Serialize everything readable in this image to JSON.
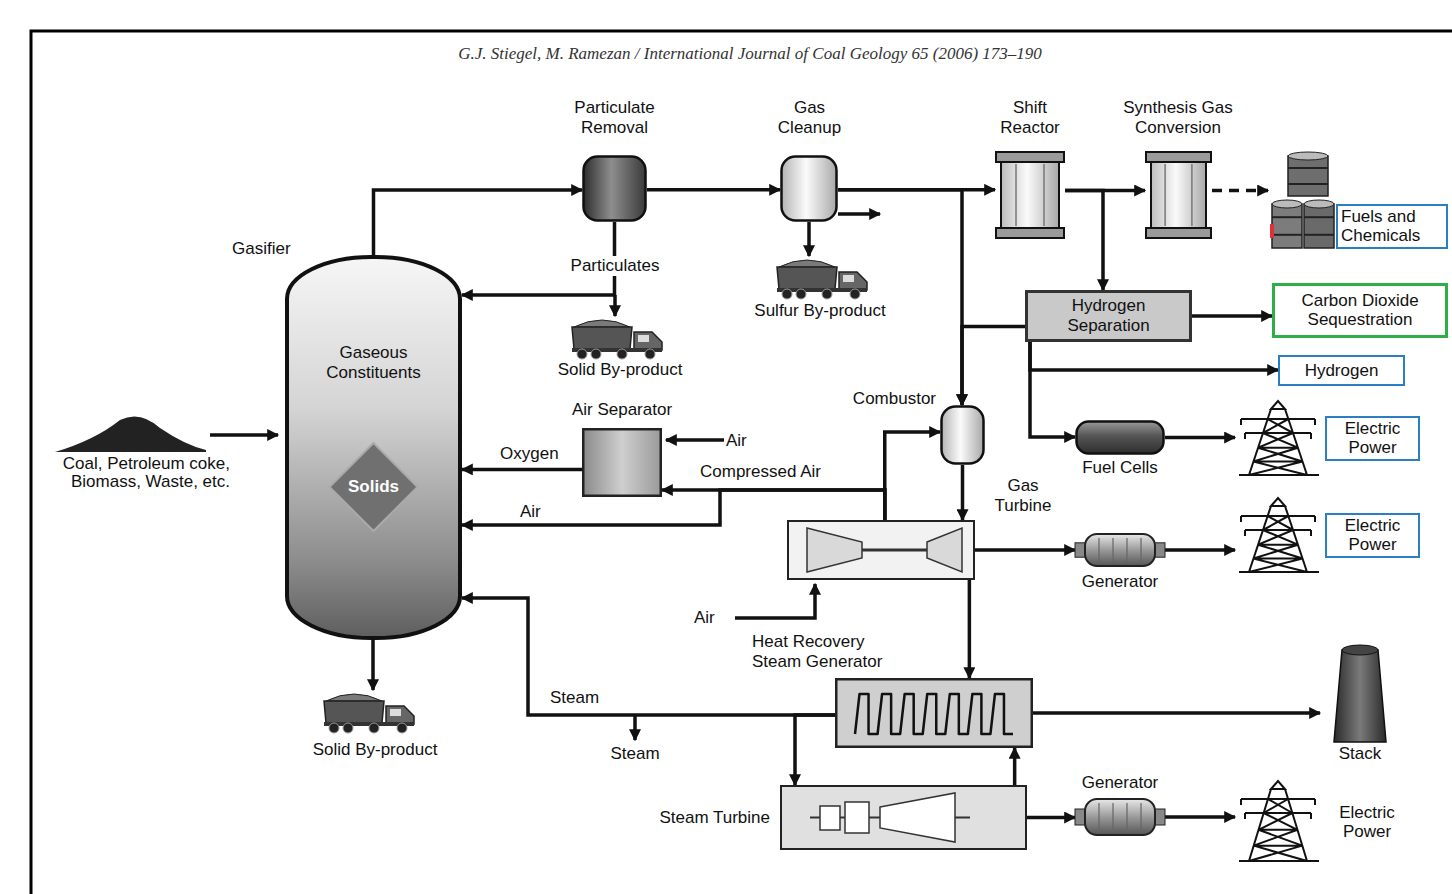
{
  "diagram": {
    "nodes": [
      {
        "text": [
          "Gasifier",
          "Gaseous Constituents",
          "Solids"
        ]
      },
      {
        "text": [
          "Particulate Removal"
        ]
      },
      {
        "text": [
          "Gas Cleanup"
        ]
      },
      {
        "text": [
          "Shift Reactor"
        ]
      },
      {
        "text": [
          "Synthesis Gas Conversion"
        ]
      },
      {
        "text": [
          "Fuels and Chemicals"
        ]
      },
      {
        "text": [
          "Hydrogen Separation"
        ]
      },
      {
        "text": [
          "Carbon Dioxide Sequestration"
        ]
      },
      {
        "text": [
          "Hydrogen"
        ]
      },
      {
        "text": [
          "Air Separator"
        ]
      },
      {
        "text": [
          "Combustor"
        ]
      },
      {
        "text": [
          "Fuel Cells"
        ]
      },
      {
        "text": [
          "Electric Power"
        ]
      },
      {
        "text": [
          "Gas Turbine"
        ]
      },
      {
        "text": [
          "Generator"
        ]
      },
      {
        "text": [
          "Electric Power"
        ]
      },
      {
        "text": [
          "Heat Recovery Steam Generator"
        ]
      },
      {
        "text": [
          "Steam Turbine"
        ]
      },
      {
        "text": [
          "Generator"
        ]
      },
      {
        "text": [
          "Electric Power"
        ]
      },
      {
        "text": [
          "Stack"
        ]
      }
    ],
    "edges": [
      {
        "from": 0,
        "to": 1,
        "arrow": "to"
      },
      {
        "from": 1,
        "to": 2,
        "arrow": "to"
      },
      {
        "from": 2,
        "to": 3,
        "arrow": "to"
      },
      {
        "from": 3,
        "to": 4,
        "arrow": "to"
      },
      {
        "from": 4,
        "to": 5,
        "arrow": "to"
      },
      {
        "from": 3,
        "to": 6,
        "arrow": "to"
      },
      {
        "from": 6,
        "to": 7,
        "arrow": "to"
      },
      {
        "from": 6,
        "to": 8,
        "arrow": "to"
      },
      {
        "from": 6,
        "to": 11,
        "arrow": "to"
      },
      {
        "from": 6,
        "to": 10,
        "arrow": "to"
      },
      {
        "from": 2,
        "to": 10,
        "arrow": "to"
      },
      {
        "from": 1,
        "to": 0,
        "arrow": "to"
      },
      {
        "from": 9,
        "to": 0,
        "label": "Oxygen",
        "arrow": "to"
      },
      {
        "from": 10,
        "to": 13,
        "arrow": "to"
      },
      {
        "from": 13,
        "to": 10,
        "arrow": "to"
      },
      {
        "from": 13,
        "to": 9,
        "label": "Compressed Air",
        "arrow": "to"
      },
      {
        "from": 13,
        "to": 0,
        "label": "Air",
        "arrow": "to"
      },
      {
        "from": 13,
        "to": 14,
        "arrow": "to"
      },
      {
        "from": 14,
        "to": 15,
        "arrow": "to"
      },
      {
        "from": 11,
        "to": 12,
        "arrow": "to"
      },
      {
        "from": 13,
        "to": 16,
        "arrow": "to"
      },
      {
        "from": 16,
        "to": 0,
        "label": "Steam",
        "arrow": "to"
      },
      {
        "from": 16,
        "to": 17,
        "arrow": "to"
      },
      {
        "from": 17,
        "to": 16,
        "arrow": "to"
      },
      {
        "from": 17,
        "to": 18,
        "arrow": "to"
      },
      {
        "from": 18,
        "to": 19,
        "arrow": "to"
      },
      {
        "from": 16,
        "to": 20,
        "arrow": "to"
      }
    ],
    "labels": [
      "G.J. Stiegel, M. Ramezan / International Journal of Coal Geology 65 (2006) 173–190",
      "Coal, Petroleum coke, Biomass, Waste, etc.",
      "Particulates",
      "Solid By-product",
      "Sulfur By-product",
      "Air",
      "Air",
      "Steam",
      "Solid By-product"
    ]
  }
}
